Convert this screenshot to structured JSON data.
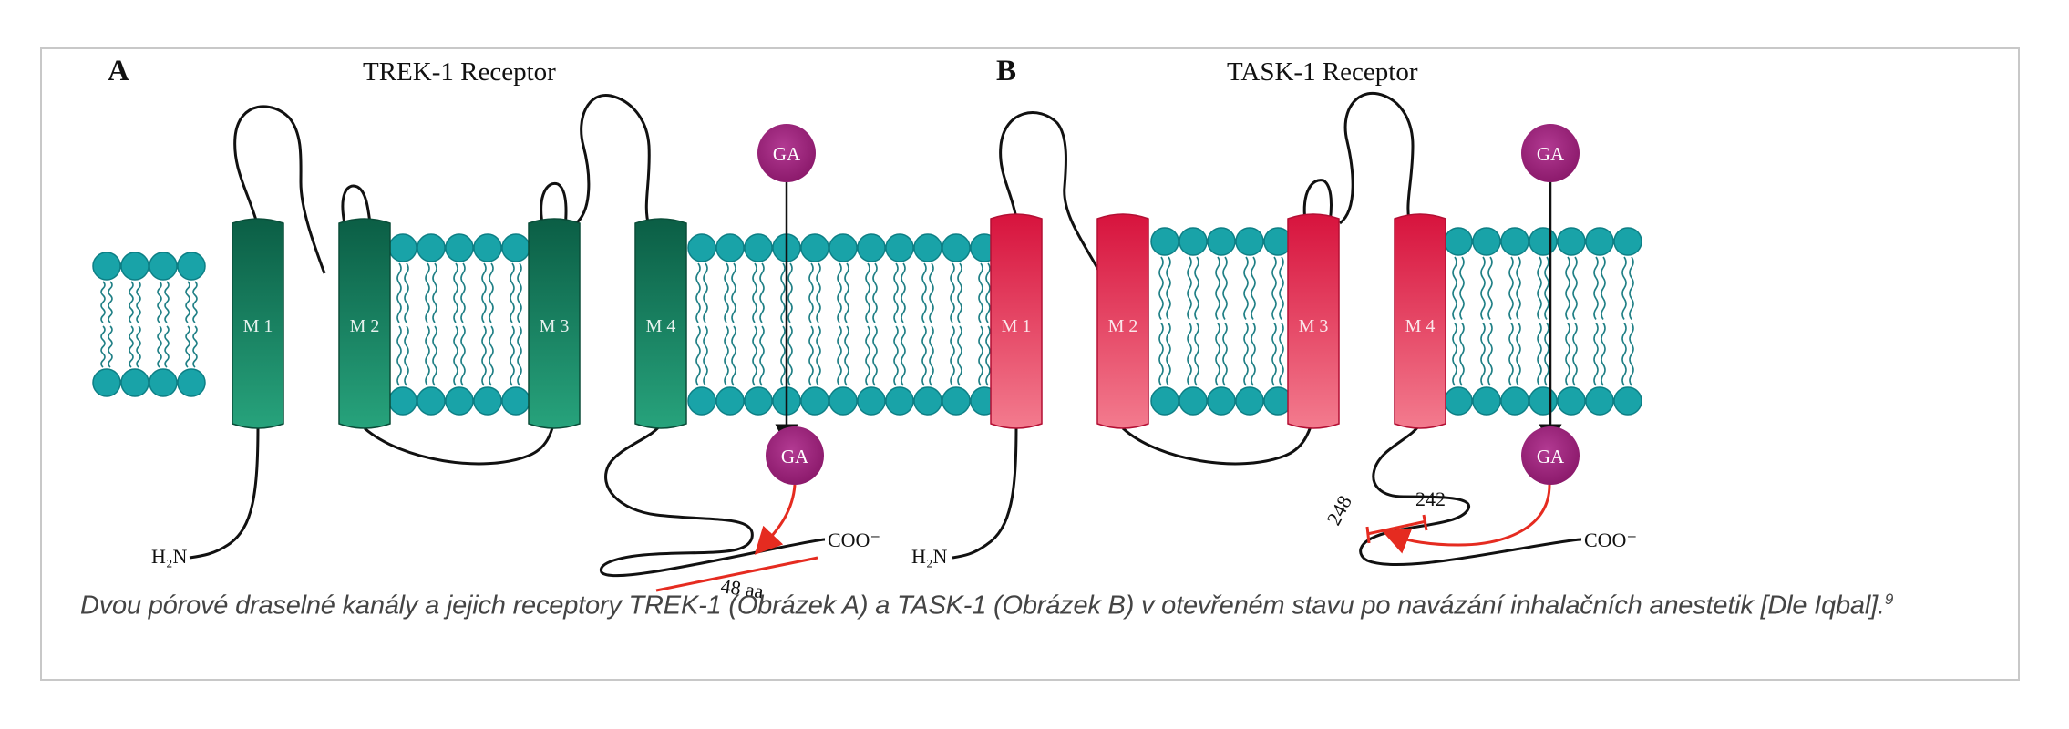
{
  "panel_a": {
    "letter": "A",
    "title": "TREK-1 Receptor",
    "helices": [
      "M 1",
      "M 2",
      "M 3",
      "M 4"
    ],
    "ga_label": "GA",
    "n_terminus": "H₂N",
    "c_terminus": "COO⁻",
    "deletion_label": "48 aa"
  },
  "panel_b": {
    "letter": "B",
    "title": "TASK-1 Receptor",
    "helices": [
      "M 1",
      "M 2",
      "M 3",
      "M 4"
    ],
    "ga_label": "GA",
    "n_terminus": "H₂N",
    "c_terminus": "COO⁻",
    "residue_1": "248",
    "residue_2": "242"
  },
  "caption": {
    "text": "Dvou pórové draselné kanály a jejich receptory TREK-1 (Obrázek A) a TASK-1 (Obrázek B) v otevřeném stavu po navázání inhalačních anestetik [Dle Iqbal].",
    "superscript": "9"
  },
  "colors": {
    "lipid_head": "#19a3a8",
    "lipid_head_stroke": "#0d7f85",
    "trek_helix_top": "#0b5e45",
    "trek_helix_bottom": "#22a07a",
    "task_helix_top": "#d7133d",
    "task_helix_bottom": "#f2788c",
    "ga": "#a0217d",
    "arrow_red": "#e52b20"
  }
}
